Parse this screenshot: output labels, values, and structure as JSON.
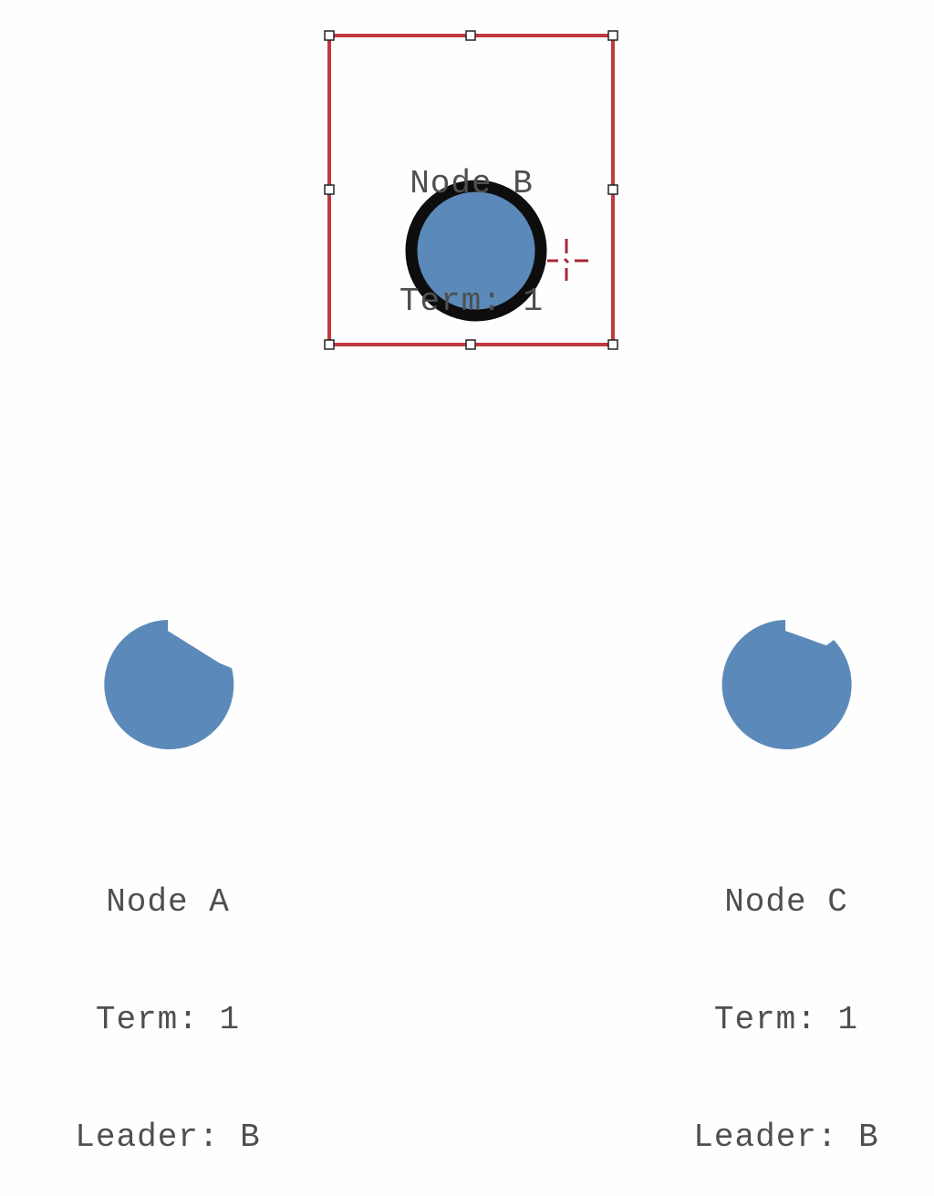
{
  "nodes": [
    {
      "id": "B",
      "name": "Node B",
      "term": "Term: 1",
      "leader": "",
      "selected": true
    },
    {
      "id": "A",
      "name": "Node A",
      "term": "Term: 1",
      "leader": "Leader: B",
      "selected": false
    },
    {
      "id": "C",
      "name": "Node C",
      "term": "Term: 1",
      "leader": "Leader: B",
      "selected": false
    }
  ],
  "colors": {
    "node_fill": "#5b89b9",
    "node_leader_outline": "#0d0d0d",
    "selection_border": "#c0393f",
    "text": "#4f4f4f",
    "background": "#fefefe"
  },
  "icons": {
    "cursor": "crosshair-cursor-icon"
  }
}
